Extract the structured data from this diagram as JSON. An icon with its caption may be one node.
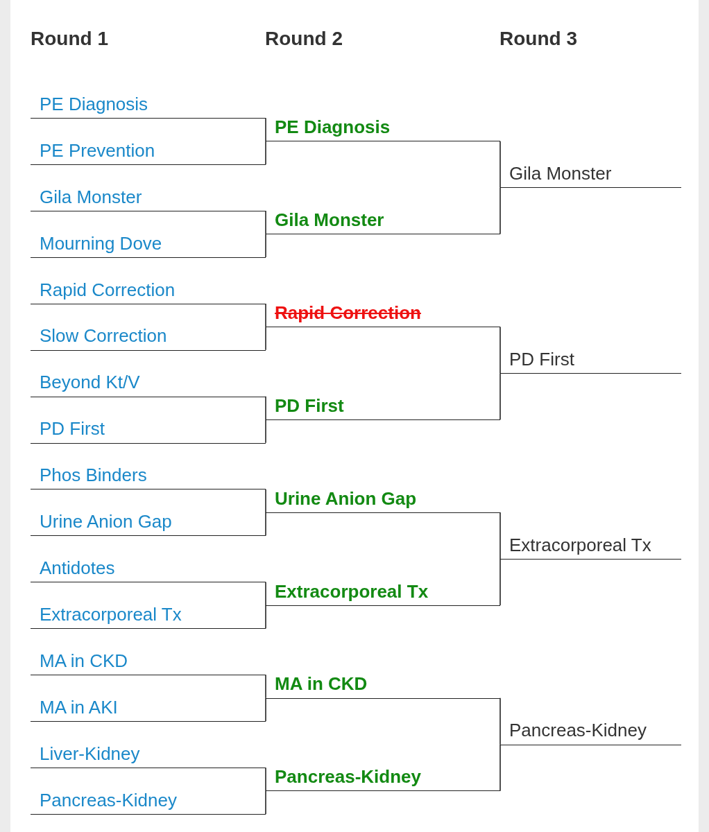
{
  "diagram": {
    "nodes": [
      {
        "text": [
          "PE Diagnosis"
        ]
      },
      {
        "text": [
          "PE Prevention"
        ]
      },
      {
        "text": [
          "Gila Monster"
        ]
      },
      {
        "text": [
          "Mourning Dove"
        ]
      },
      {
        "text": [
          "Rapid Correction"
        ]
      },
      {
        "text": [
          "Slow Correction"
        ]
      },
      {
        "text": [
          "Beyond Kt/V"
        ]
      },
      {
        "text": [
          "PD First"
        ]
      },
      {
        "text": [
          "Phos Binders"
        ]
      },
      {
        "text": [
          "Urine Anion Gap"
        ]
      },
      {
        "text": [
          "Antidotes"
        ]
      },
      {
        "text": [
          "Extracorporeal Tx"
        ]
      },
      {
        "text": [
          "MA in CKD"
        ]
      },
      {
        "text": [
          "MA in AKI"
        ]
      },
      {
        "text": [
          "Liver-Kidney"
        ]
      },
      {
        "text": [
          "Pancreas-Kidney"
        ]
      },
      {
        "text": [
          "PE Diagnosis"
        ]
      },
      {
        "text": [
          "Gila Monster"
        ]
      },
      {
        "text": [
          "Rapid Correction"
        ]
      },
      {
        "text": [
          "PD First"
        ]
      },
      {
        "text": [
          "Urine Anion Gap"
        ]
      },
      {
        "text": [
          "Extracorporeal Tx"
        ]
      },
      {
        "text": [
          "MA in CKD"
        ]
      },
      {
        "text": [
          "Pancreas-Kidney"
        ]
      },
      {
        "text": [
          "Gila Monster"
        ]
      },
      {
        "text": [
          "PD First"
        ]
      },
      {
        "text": [
          "Extracorporeal Tx"
        ]
      },
      {
        "text": [
          "Pancreas-Kidney"
        ]
      }
    ],
    "edges": [
      {
        "from": 0,
        "to": 16,
        "arrow": "none"
      },
      {
        "from": 1,
        "to": 16,
        "arrow": "none"
      },
      {
        "from": 2,
        "to": 17,
        "arrow": "none"
      },
      {
        "from": 3,
        "to": 17,
        "arrow": "none"
      },
      {
        "from": 4,
        "to": 18,
        "arrow": "none"
      },
      {
        "from": 5,
        "to": 18,
        "arrow": "none"
      },
      {
        "from": 6,
        "to": 19,
        "arrow": "none"
      },
      {
        "from": 7,
        "to": 19,
        "arrow": "none"
      },
      {
        "from": 8,
        "to": 20,
        "arrow": "none"
      },
      {
        "from": 9,
        "to": 20,
        "arrow": "none"
      },
      {
        "from": 10,
        "to": 21,
        "arrow": "none"
      },
      {
        "from": 11,
        "to": 21,
        "arrow": "none"
      },
      {
        "from": 12,
        "to": 22,
        "arrow": "none"
      },
      {
        "from": 13,
        "to": 22,
        "arrow": "none"
      },
      {
        "from": 14,
        "to": 23,
        "arrow": "none"
      },
      {
        "from": 15,
        "to": 23,
        "arrow": "none"
      },
      {
        "from": 16,
        "to": 24,
        "arrow": "none"
      },
      {
        "from": 17,
        "to": 24,
        "arrow": "none"
      },
      {
        "from": 18,
        "to": 25,
        "arrow": "none"
      },
      {
        "from": 19,
        "to": 25,
        "arrow": "none"
      },
      {
        "from": 20,
        "to": 26,
        "arrow": "none"
      },
      {
        "from": 21,
        "to": 26,
        "arrow": "none"
      },
      {
        "from": 22,
        "to": 27,
        "arrow": "none"
      },
      {
        "from": 23,
        "to": 27,
        "arrow": "none"
      }
    ],
    "labels": [
      "Round 1",
      "Round 2",
      "Round 3"
    ]
  }
}
